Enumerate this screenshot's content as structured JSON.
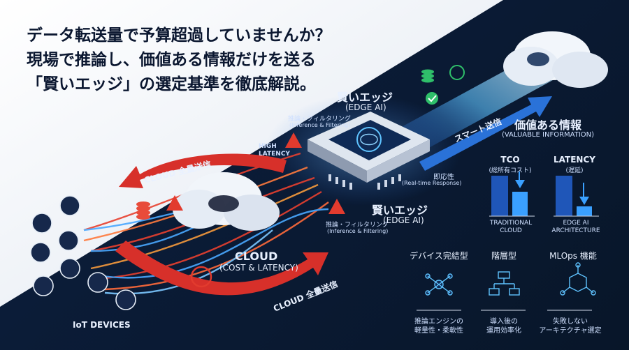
{
  "headline": {
    "line1": "データ転送量で予算超過していませんか？",
    "line2": "現場で推論し、価値ある情報だけを送る",
    "line3": "「賢いエッジ」の選定基準を徹底解説。"
  },
  "edge_top": {
    "title": "賢いエッジ",
    "subtitle": "(EDGE AI)",
    "note_ja": "推論・フィルタリング",
    "note_en": "(Inference & Filtering)"
  },
  "edge_bottom": {
    "title": "賢いエッジ",
    "subtitle": "(EDGE AI)",
    "note_ja": "推論・フィルタリング",
    "note_en": "(Inference & Filtering)"
  },
  "realtime": {
    "ja": "即応性",
    "en": "(Real-time Response)"
  },
  "high_latency": {
    "line1": "HIGH",
    "line2": "LATENCY"
  },
  "cloud_full_top": "CLOUD 全量送信",
  "cloud_full_bottom": "CLOUD 全量送信",
  "cloud_center": {
    "title": "CLOUD",
    "subtitle": "(COST & LATENCY)"
  },
  "smart_send": "スマート送信",
  "valuable": {
    "ja": "価値ある情報",
    "en": "(VALUABLE INFORMATION)"
  },
  "tco": {
    "title": "TCO",
    "subtitle": "(総所有コスト)",
    "label1": "TRADITIONAL",
    "label2": "CLOUD"
  },
  "latency": {
    "title": "LATENCY",
    "subtitle": "(遅延)",
    "label1": "EDGE AI",
    "label2": "ARCHITECTURE"
  },
  "iot": "IoT DEVICES",
  "criteria": [
    {
      "title": "デバイス完結型",
      "desc1": "推論エンジンの",
      "desc2": "軽量性・柔軟性",
      "icon": "network-icon"
    },
    {
      "title": "階層型",
      "desc1": "導入後の",
      "desc2": "運用効率化",
      "icon": "hierarchy-icon"
    },
    {
      "title": "MLOps 機能",
      "desc1": "失敗しない",
      "desc2": "アーキテクチャ選定",
      "icon": "cube-network-icon"
    }
  ],
  "colors": {
    "accent_blue": "#3aa0ff",
    "alert_red": "#e23b2e",
    "navy": "#0b1730",
    "check_green": "#2fbf6a"
  }
}
